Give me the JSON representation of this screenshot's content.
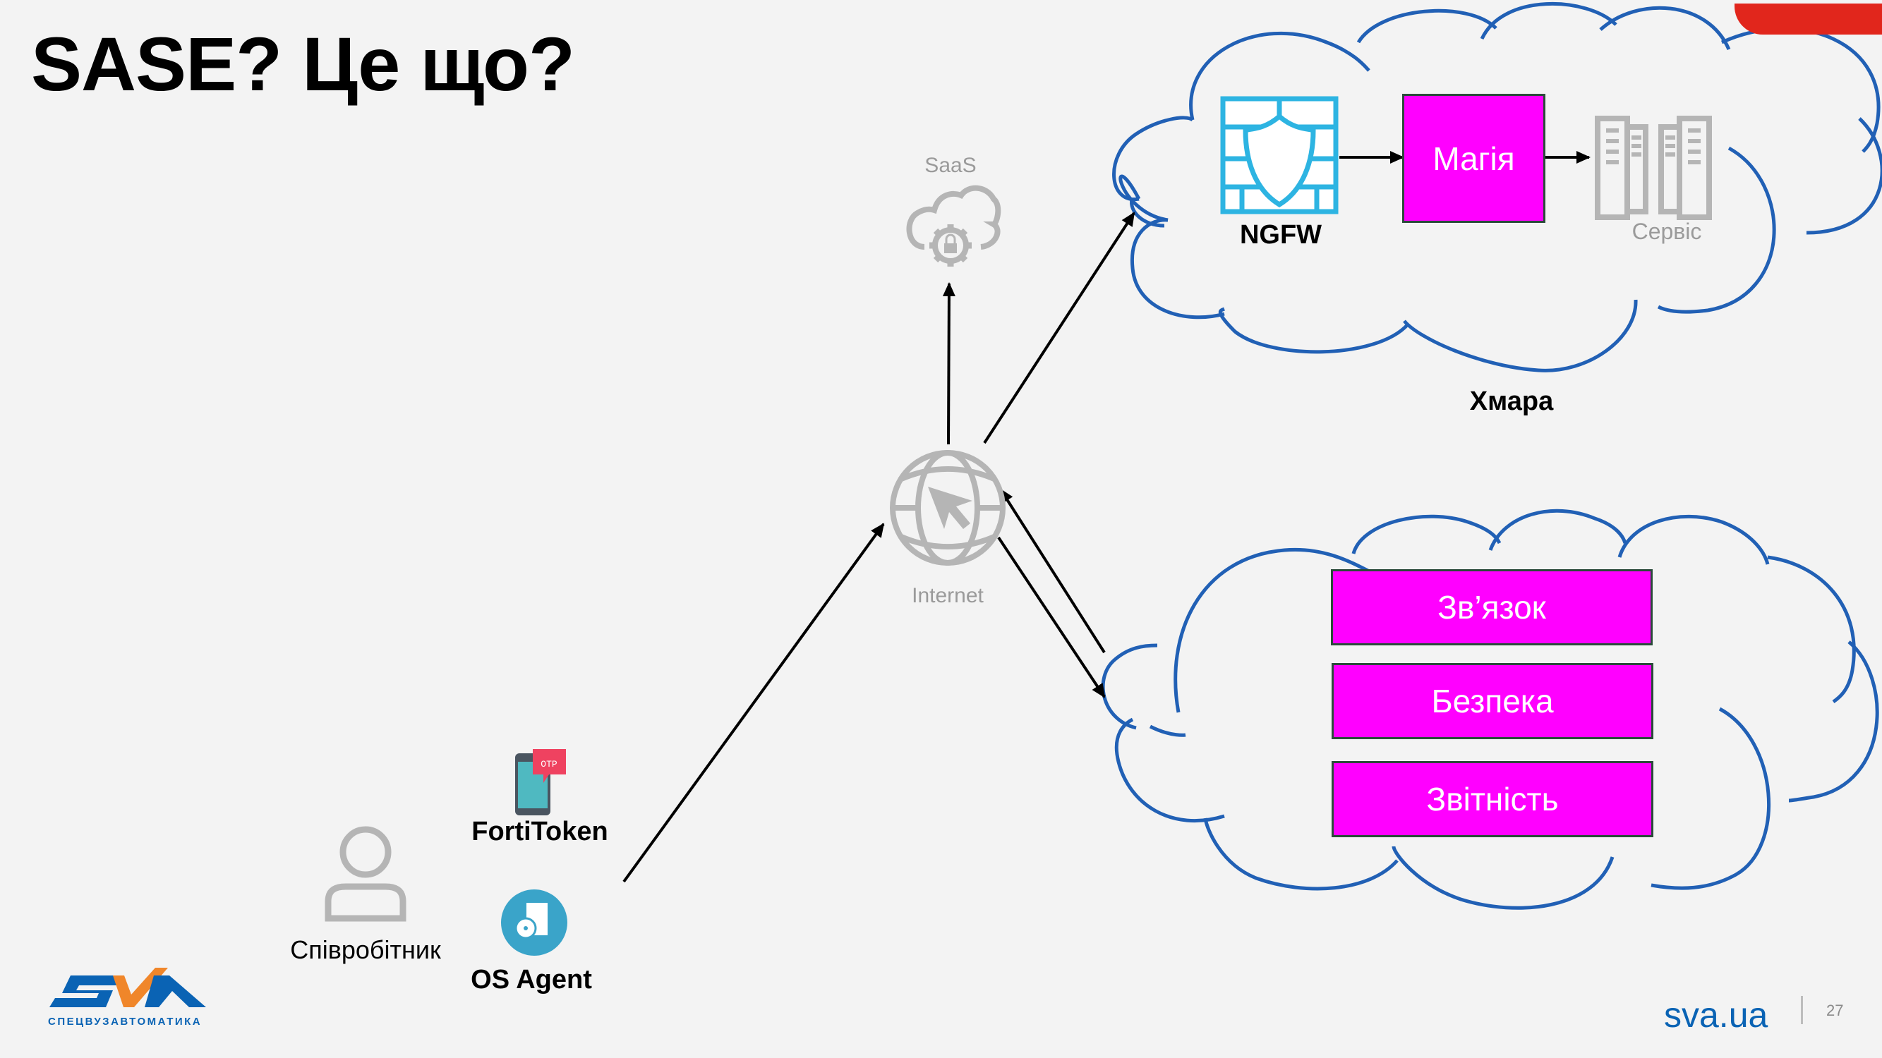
{
  "slide": {
    "title": "SASE? Це що?",
    "page_number": "27",
    "footer_url": "sva.ua"
  },
  "brand": {
    "logo_letters": "SVA",
    "logo_tagline": "СПЕЦВУЗАВТОМАТИКА",
    "colors": {
      "blue": "#0a63b4",
      "orange": "#f0862a",
      "red_accent": "#e1261c",
      "magenta": "#ff00ff",
      "cloud_outline": "#2160b5",
      "icon_gray": "#b5b5b5",
      "firewall_cyan": "#2db4e2"
    }
  },
  "nodes": {
    "employee": {
      "label": "Співробітник",
      "icon": "user-icon"
    },
    "fortitoken": {
      "label": "FortiToken",
      "icon": "phone-otp-icon",
      "badge": "OTP"
    },
    "os_agent": {
      "label": "OS Agent",
      "icon": "agent-installer-icon"
    },
    "internet": {
      "label": "Internet",
      "icon": "globe-cursor-icon"
    },
    "saas": {
      "label": "SaaS",
      "icon": "cloud-gear-lock-icon"
    },
    "ngfw": {
      "label": "NGFW",
      "icon": "firewall-shield-icon"
    },
    "magic": {
      "label": "Магія"
    },
    "service": {
      "label": "Сервіс",
      "icon": "server-rack-icon"
    },
    "cloud_top": {
      "label": "Хмара"
    }
  },
  "cloud_bottom": {
    "items": [
      {
        "label": "Зв’язок"
      },
      {
        "label": "Безпека"
      },
      {
        "label": "Звітність"
      }
    ]
  },
  "edges": [
    {
      "from": "employee",
      "to": "internet"
    },
    {
      "from": "internet",
      "to": "saas"
    },
    {
      "from": "internet",
      "to": "ngfw"
    },
    {
      "from": "ngfw",
      "to": "magic"
    },
    {
      "from": "magic",
      "to": "service"
    },
    {
      "from": "internet",
      "to": "cloud_bottom"
    },
    {
      "from": "cloud_bottom",
      "to": "internet"
    }
  ]
}
